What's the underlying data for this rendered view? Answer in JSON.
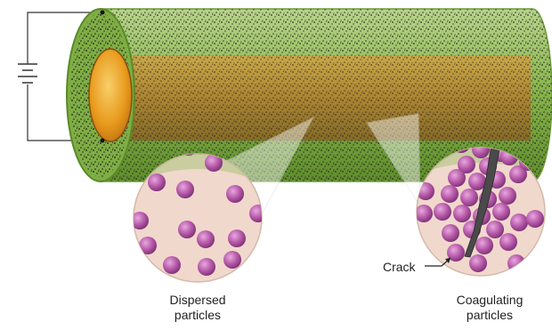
{
  "labels": {
    "dispersed_line1": "Dispersed",
    "dispersed_line2": "particles",
    "coagulating_line1": "Coagulating",
    "coagulating_line2": "particles",
    "crack": "Crack"
  },
  "colors": {
    "insulation_green": "#79a83c",
    "semicon_orange": "#c8832a",
    "conductor_gold": "#e89a1c",
    "particle_purple": "#b65aa8",
    "magnifier_fill": "#f1d8cc",
    "crack_gray": "#555555"
  }
}
